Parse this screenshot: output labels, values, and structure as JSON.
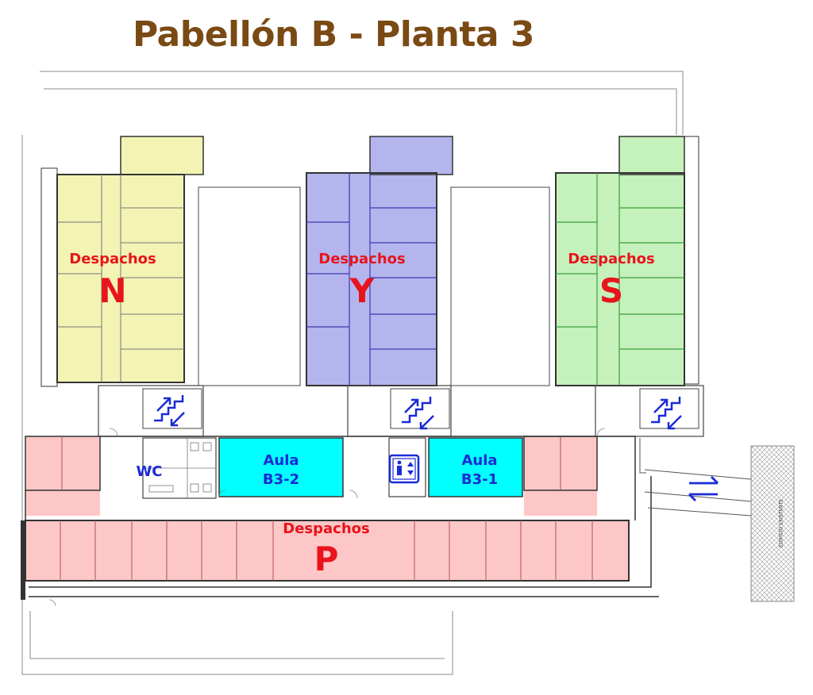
{
  "title": "Pabellón B - Planta 3",
  "blocks": {
    "n": {
      "label": "Despachos",
      "letter": "N",
      "color": "#f3f3b4"
    },
    "y": {
      "label": "Despachos",
      "letter": "Y",
      "color": "#b5b5ee"
    },
    "s": {
      "label": "Despachos",
      "letter": "S",
      "color": "#c5f1bc"
    },
    "p": {
      "label": "Despachos",
      "letter": "P",
      "color": "#fdc7c7"
    }
  },
  "rooms": {
    "wc": "WC",
    "aula_b32": {
      "line1": "Aula",
      "line2": "B3-2",
      "color": "#00ffff"
    },
    "aula_b31": {
      "line1": "Aula",
      "line2": "B3-1",
      "color": "#00ffff"
    }
  },
  "neighbor_building": "EDIFICIO EXISTENTE",
  "colors": {
    "title": "#7a4a14",
    "label_red": "#e8141c",
    "icon_blue": "#1a2bd6",
    "wall": "#333333"
  },
  "icons": [
    "stairs-icon",
    "elevator-icon",
    "two-way-arrows-icon"
  ]
}
